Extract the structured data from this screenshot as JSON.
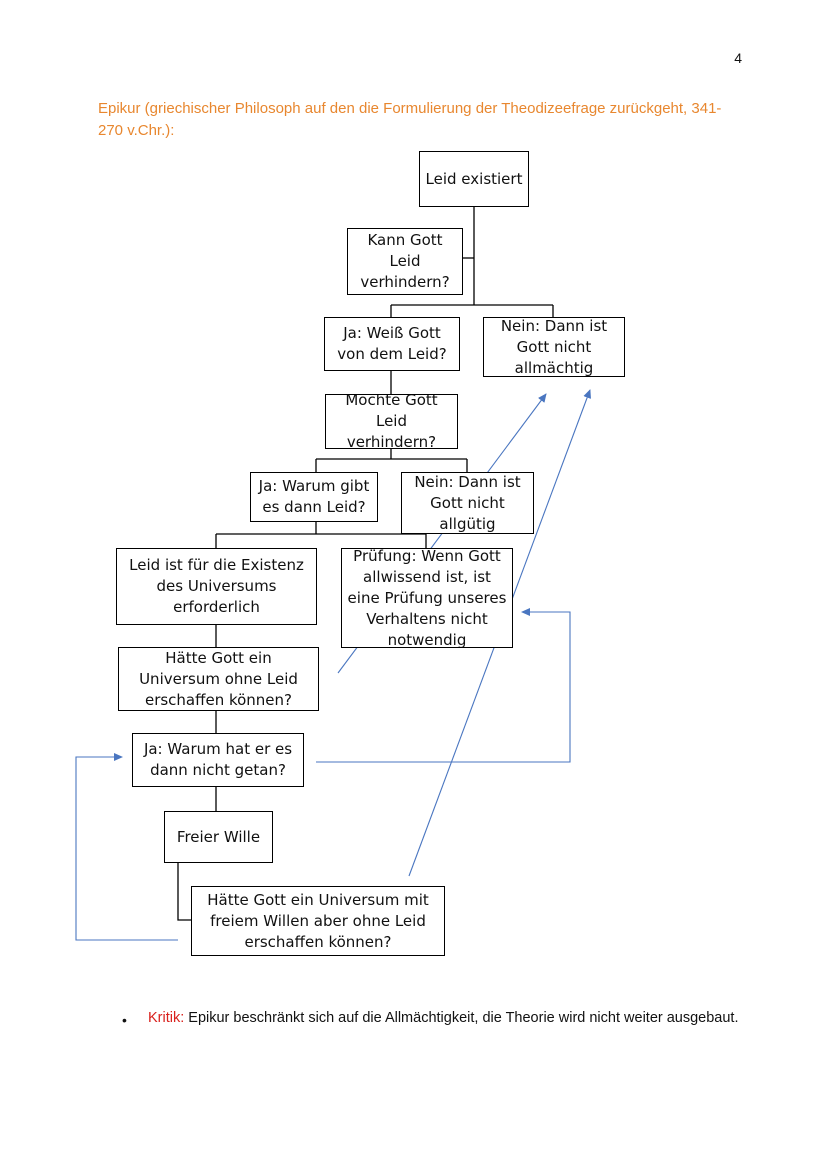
{
  "page_number": "4",
  "heading": "Epikur (griechischer Philosoph auf den die Formulierung der Theodizeefrage zurückgeht, 341-270 v.Chr.):",
  "diagram": {
    "nodes": {
      "leid_existiert": "Leid existiert",
      "kann_gott": "Kann Gott\nLeid\nverhindern?",
      "ja_weiss": "Ja: Weiß Gott\nvon dem Leid?",
      "nein_allmaechtig": "Nein: Dann ist\nGott nicht\nallmächtig",
      "moechte_gott": "Möchte Gott\nLeid\nverhindern?",
      "ja_warum_leid": "Ja: Warum gibt\nes dann Leid?",
      "nein_allguetig": "Nein: Dann ist\nGott nicht\nallgütig",
      "leid_erforderlich": "Leid ist für die Existenz\ndes Universums\nerforderlich",
      "pruefung": "Prüfung: Wenn Gott\nallwissend ist, ist\neine Prüfung unseres\nVerhaltens nicht\nnotwendig",
      "universum_ohne_leid": "Hätte Gott ein\nUniversum ohne Leid\nerschaffen können?",
      "ja_warum_getan": "Ja: Warum hat er es\ndann nicht getan?",
      "freier_wille": "Freier Wille",
      "universum_freier_wille": "Hätte Gott ein Universum mit\nfreiem Willen aber ohne Leid\nerschaffen können?"
    },
    "colors": {
      "box_border": "#000000",
      "connector": "#000000",
      "arrow": "#4a76c0"
    }
  },
  "critique": {
    "bullet": "•",
    "label": "Kritik:",
    "text": " Epikur beschränkt sich auf die Allmächtigkeit, die Theorie wird nicht weiter ausgebaut."
  },
  "colors": {
    "heading": "#e8872f",
    "critique_label": "#d9201c"
  }
}
